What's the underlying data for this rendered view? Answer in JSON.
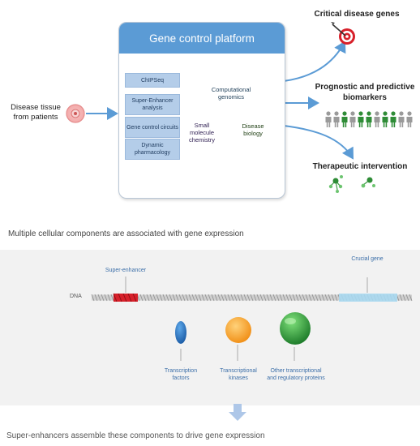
{
  "platform": {
    "title": "Gene control platform",
    "technologies": [
      "ChIPSeq",
      "Super-Enhancer analysis",
      "Gene control circuits",
      "Dynamic pharmacology"
    ],
    "venn": {
      "computational": "Computational genomics",
      "chemistry": "Small molecule chemistry",
      "biology": "Disease biology"
    }
  },
  "input": {
    "label": "Disease tissue from patients"
  },
  "outputs": {
    "genes": "Critical disease genes",
    "biomarkers": "Prognostic and predictive biomarkers",
    "therapy": "Therapeutic intervention"
  },
  "lower": {
    "caption_top": "Multiple cellular components are associated with gene expression",
    "dna": "DNA",
    "super_enhancer": "Super-enhancer",
    "crucial_gene": "Crucial gene",
    "components": {
      "factors": "Transcription factors",
      "kinases": "Transcriptional kinases",
      "other": "Other transcriptional and regulatory proteins"
    },
    "caption_bottom": "Super-enhancers assemble these components to drive gene expression"
  },
  "colors": {
    "header_blue": "#5b9bd5",
    "tech_box": "#b4cde9",
    "arrow": "#5b9bd5",
    "venn_blue": "#8fd3f0",
    "venn_purple": "#b68ce8",
    "venn_green": "#a4e07a",
    "enhancer_red": "#d7202a",
    "gene_blue": "#a8d8f0",
    "factor_blue": "#2f79c2",
    "kinase_orange": "#f5a623",
    "protein_green": "#2e9a3a"
  }
}
